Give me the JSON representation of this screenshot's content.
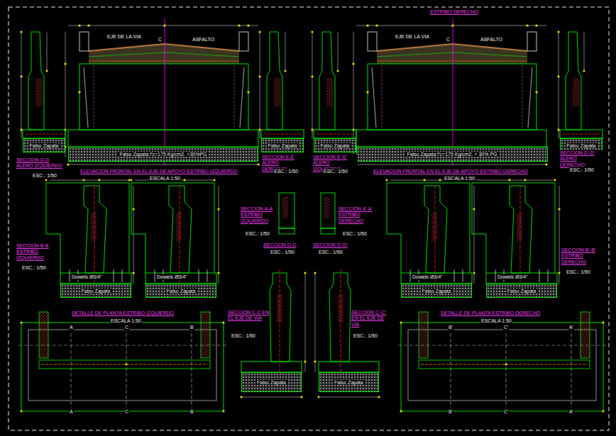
{
  "diagram": {
    "nodes": [
      {
        "text": [
          "Falso Zapata f'c=175 Kg/cm2. +30%PG"
        ]
      },
      {
        "text": [
          "Falso Zapata"
        ]
      },
      {
        "text": [
          "Falso Zapata"
        ]
      },
      {
        "text": [
          "Falso Zapata"
        ]
      },
      {
        "text": [
          "Falso Zapata f'c=175 Kg/cm2. + 30% PG"
        ]
      },
      {
        "text": [
          "Falso Zapata"
        ]
      },
      {
        "text": [
          "Falso Zapata"
        ]
      },
      {
        "text": [
          "Falso Zapata"
        ]
      },
      {
        "text": [
          "Falso Zapata"
        ]
      },
      {
        "text": [
          "Falso Zapata"
        ]
      },
      {
        "text": [
          "Falso Zapata"
        ]
      },
      {
        "text": [
          "Falso Zapata"
        ]
      }
    ],
    "labels": [
      "ESTRIBO DERECHO",
      "ELEVACION FRONTAL EN EL EJE DE APOYO ESTRIBO IZQUIERDO",
      "ESCALA 1:50",
      "ELEVACION FRONTAL EN EL EJE DE APOYO ESTRIBO DERECHO",
      "ESCALA 1:50",
      "SECCION D-D ALERO IZQUIERDO",
      "ESC.: 1/50",
      "SECCION E-E ALERO DERECHO",
      "ESC.: 1/50",
      "SECCION E'-E' ALERO IZQUIERDO",
      "ESC.: 1/50",
      "SECCION D'-D' ALERO DERECHO",
      "ESC.: 1/50",
      "SECCION B-B ESTRIBO IZQUIERDO",
      "ESC.: 1/50",
      "SECCION A-A ESTRIBO IZQUIERDO",
      "ESC.: 1/50",
      "SECCION D-D",
      "ESC.: 1/50",
      "SECCION A'-A' ESTRIBO DERECHO",
      "ESC.: 1/50",
      "SECCION D'-D'",
      "ESC.: 1/50",
      "SECCION B'-B' ESTRIBO DERECHO",
      "ESC.: 1/50",
      "Dowels Ø3/4\"",
      "Dowels Ø3/4\"",
      "Dowels Ø3/4\"",
      "Dowels Ø3/4\"",
      "DETALLE DE PLANTA ESTRIBO IZQUIERDO",
      "ESCALA 1:50",
      "DETALLE DE PLANTA ESTRIBO DERECHO",
      "ESCALA 1:50",
      "SECCION C-C EN EL EJE DE VIA",
      "ESC.: 1/50",
      "SECCION C'-C' EN EL EJE DE VIA",
      "ESC.: 1/50",
      "EJE DE LA VIA",
      "ASFALTO",
      "EJE DE LA VIA",
      "ASFALTO",
      "C",
      "C",
      "A",
      "C",
      "B",
      "A",
      "C",
      "B",
      "B'",
      "C'",
      "A'",
      "B'",
      "C'",
      "A'"
    ]
  }
}
